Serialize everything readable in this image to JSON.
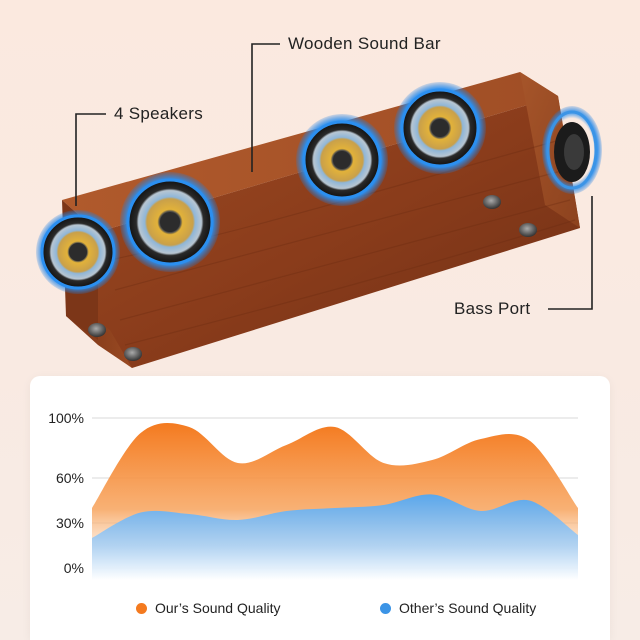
{
  "callouts": {
    "sound_bar": "Wooden Sound Bar",
    "speakers": "4 Speakers",
    "bass_port": "Bass Port"
  },
  "colors": {
    "ours": "#f47a1f",
    "others": "#3b94e6",
    "wood": "#8a3f1f"
  },
  "chart_data": {
    "type": "area",
    "x": [
      0,
      1,
      2,
      3,
      4,
      5,
      6,
      7,
      8,
      9,
      10
    ],
    "ylim": [
      0,
      100
    ],
    "yticks": [
      {
        "value": 0,
        "label": "0%"
      },
      {
        "value": 30,
        "label": "30%"
      },
      {
        "value": 60,
        "label": "60%"
      },
      {
        "value": 100,
        "label": "100%"
      }
    ],
    "series": [
      {
        "name": "Our’s Sound Quality",
        "values": [
          40,
          90,
          94,
          70,
          82,
          94,
          70,
          72,
          86,
          85,
          40
        ]
      },
      {
        "name": "Other’s Sound Quality",
        "values": [
          20,
          37,
          36,
          32,
          38,
          40,
          42,
          49,
          38,
          45,
          22
        ]
      }
    ]
  }
}
